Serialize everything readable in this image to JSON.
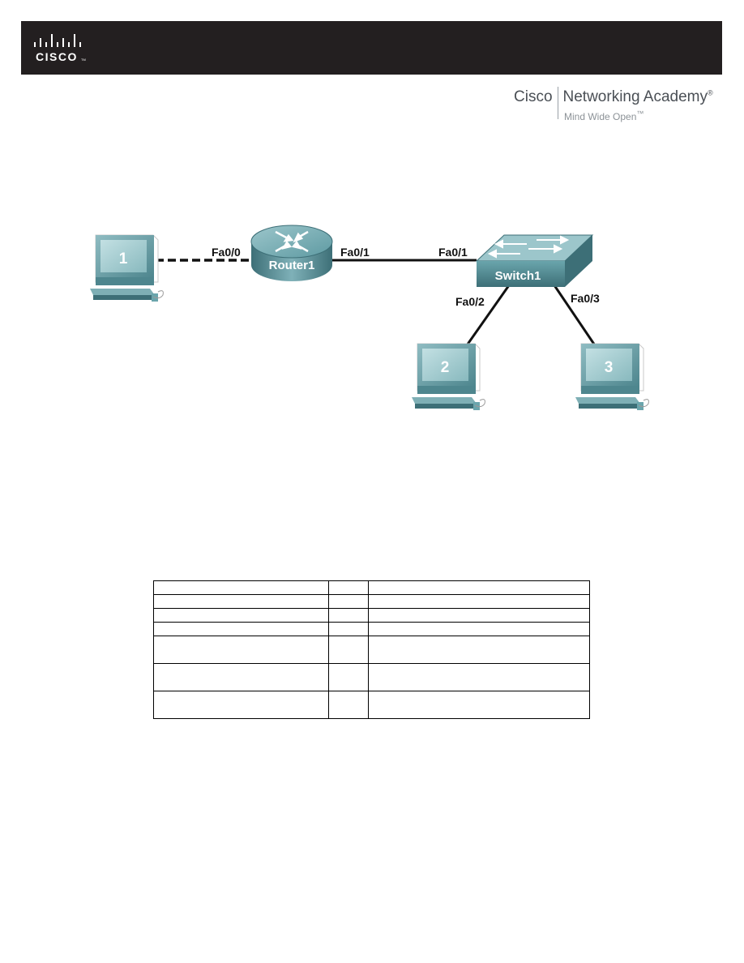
{
  "header": {
    "logo_text": "CISCO",
    "logo_tm": "TM"
  },
  "brand": {
    "name": "Cisco",
    "product": "Networking Academy",
    "registered": "®",
    "tagline": "Mind Wide Open",
    "tagline_tm": "™"
  },
  "topology": {
    "devices": {
      "pc1": "1",
      "pc2": "2",
      "pc3": "3",
      "router": "Router1",
      "switch": "Switch1"
    },
    "ports": {
      "router_fa00": "Fa0/0",
      "router_fa01": "Fa0/1",
      "switch_fa01": "Fa0/1",
      "switch_fa02": "Fa0/2",
      "switch_fa03": "Fa0/3"
    },
    "links": [
      {
        "from": "pc1",
        "to": "router_fa00",
        "style": "dashed"
      },
      {
        "from": "router_fa01",
        "to": "switch_fa01",
        "style": "solid"
      },
      {
        "from": "switch_fa02",
        "to": "pc2",
        "style": "solid"
      },
      {
        "from": "switch_fa03",
        "to": "pc3",
        "style": "solid"
      }
    ],
    "colors": {
      "device_teal": "#5e9aa2",
      "device_dark": "#3d6f77",
      "screen": "#a9cfd3",
      "link": "#111111"
    }
  },
  "addressing_table": {
    "rows": [
      [
        "",
        "",
        ""
      ],
      [
        "",
        "",
        ""
      ],
      [
        "",
        "",
        ""
      ],
      [
        "",
        "",
        ""
      ],
      [
        "",
        "",
        ""
      ],
      [
        "",
        "",
        ""
      ],
      [
        "",
        "",
        ""
      ]
    ]
  }
}
